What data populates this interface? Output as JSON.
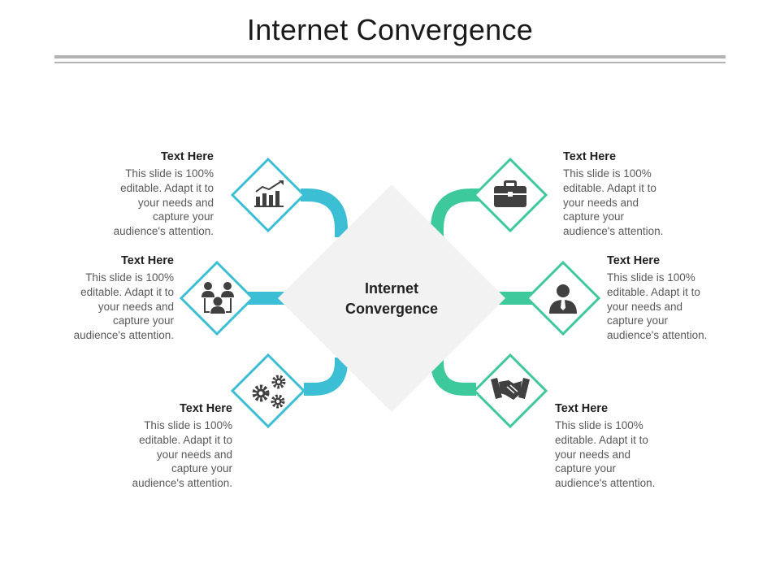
{
  "title": "Internet Convergence",
  "center": {
    "line1": "Internet",
    "line2": "Convergence"
  },
  "colors": {
    "teal": "#3cbfd4",
    "green": "#3ec99c",
    "center": "#f2f2f2",
    "icon": "#404040"
  },
  "items": [
    {
      "heading": "Text Here",
      "body": "This slide is 100% editable. Adapt it to your needs and capture your audience's attention.",
      "icon": "bar-chart-icon"
    },
    {
      "heading": "Text Here",
      "body": "This slide is 100% editable. Adapt it to your needs and capture your audience's attention.",
      "icon": "team-icon"
    },
    {
      "heading": "Text Here",
      "body": "This slide is 100% editable. Adapt it to your needs and capture your audience's attention.",
      "icon": "gears-icon"
    },
    {
      "heading": "Text Here",
      "body": "This slide is 100% editable. Adapt it to your needs and capture your audience's attention.",
      "icon": "briefcase-icon"
    },
    {
      "heading": "Text Here",
      "body": "This slide is 100% editable. Adapt it to your needs and capture your audience's attention.",
      "icon": "user-icon"
    },
    {
      "heading": "Text Here",
      "body": "This slide is 100% editable. Adapt it to your needs and capture your audience's attention.",
      "icon": "handshake-icon"
    }
  ]
}
